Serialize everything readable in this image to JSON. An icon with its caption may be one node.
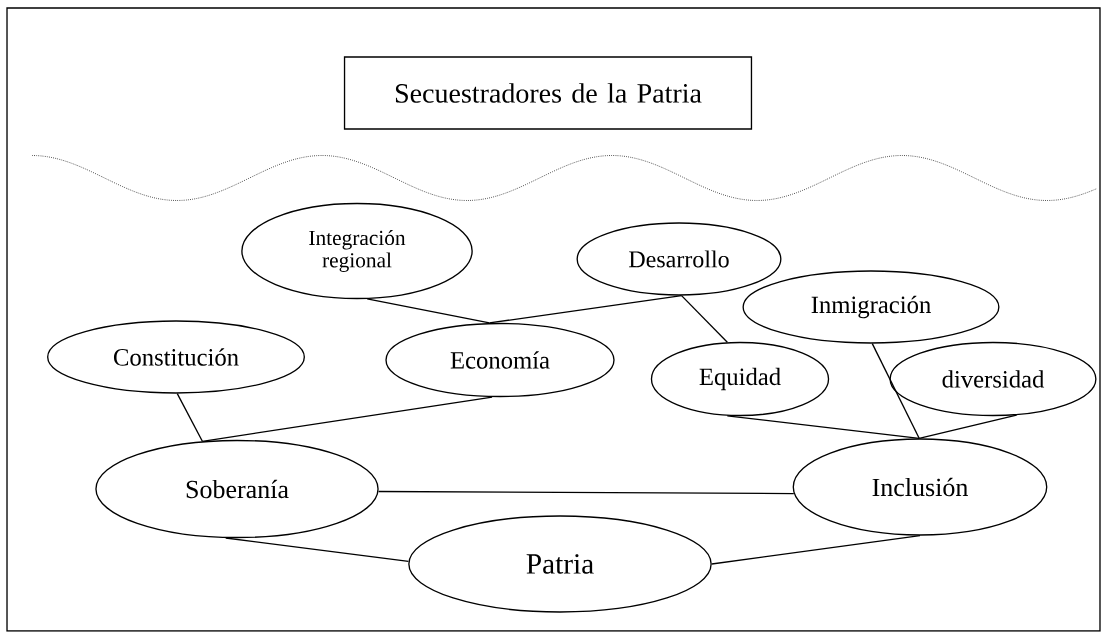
{
  "diagram": {
    "nodes": [
      {
        "text": [
          "Secuestradores de la Patria"
        ]
      },
      {
        "text": [
          "Integración regional"
        ]
      },
      {
        "text": [
          "Desarrollo"
        ]
      },
      {
        "text": [
          "Inmigración"
        ]
      },
      {
        "text": [
          "Constitución"
        ]
      },
      {
        "text": [
          "Economía"
        ]
      },
      {
        "text": [
          "Equidad"
        ]
      },
      {
        "text": [
          "diversidad"
        ]
      },
      {
        "text": [
          "Soberanía"
        ]
      },
      {
        "text": [
          "Inclusión"
        ]
      },
      {
        "text": [
          "Patria"
        ]
      }
    ],
    "edges": [
      {
        "from": 1,
        "to": 5,
        "arrow": "none"
      },
      {
        "from": 5,
        "to": 2,
        "arrow": "none"
      },
      {
        "from": 2,
        "to": 6,
        "arrow": "none"
      },
      {
        "from": 4,
        "to": 8,
        "arrow": "none"
      },
      {
        "from": 5,
        "to": 8,
        "arrow": "none"
      },
      {
        "from": 6,
        "to": 9,
        "arrow": "none"
      },
      {
        "from": 3,
        "to": 9,
        "arrow": "none"
      },
      {
        "from": 7,
        "to": 9,
        "arrow": "none"
      },
      {
        "from": 8,
        "to": 9,
        "arrow": "none"
      },
      {
        "from": 8,
        "to": 10,
        "arrow": "none"
      },
      {
        "from": 9,
        "to": 10,
        "arrow": "none"
      }
    ]
  }
}
